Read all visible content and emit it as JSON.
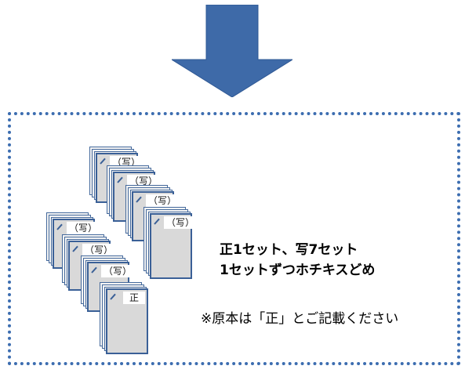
{
  "arrow": {
    "color": "#3e6aa8",
    "direction": "down"
  },
  "panel": {
    "border_color": "#3c6db0",
    "border_style": "dotted"
  },
  "sets": [
    {
      "label": "（写）"
    },
    {
      "label": "（写）"
    },
    {
      "label": "（写）"
    },
    {
      "label": "（写）"
    },
    {
      "label": "（写）"
    },
    {
      "label": "（写）"
    },
    {
      "label": "（写）"
    },
    {
      "label": "正"
    }
  ],
  "instructions": {
    "line1": "正1セット、写7セット",
    "line2": "1セットずつホチキスどめ",
    "note": "※原本は「正」とご記載ください"
  },
  "colors": {
    "sheet_border": "#3a6097",
    "sheet_fill": "#d9d9d9"
  }
}
